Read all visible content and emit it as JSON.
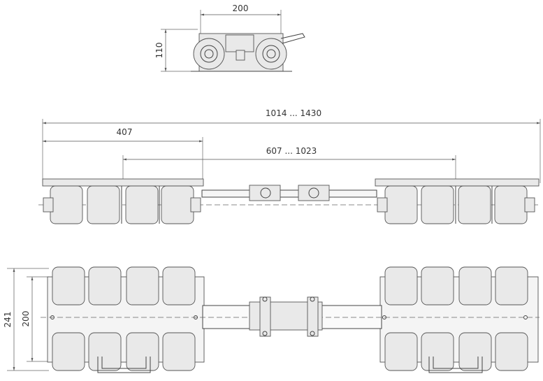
{
  "dimensions": {
    "top_width": "200",
    "top_height": "110",
    "total_length": "1014 ... 1430",
    "module_length": "407",
    "center_span": "607 ... 1023",
    "plan_outer_width": "241",
    "plan_inner_width": "200"
  },
  "colors": {
    "line": "#444444",
    "fill": "#e9e9e9"
  }
}
